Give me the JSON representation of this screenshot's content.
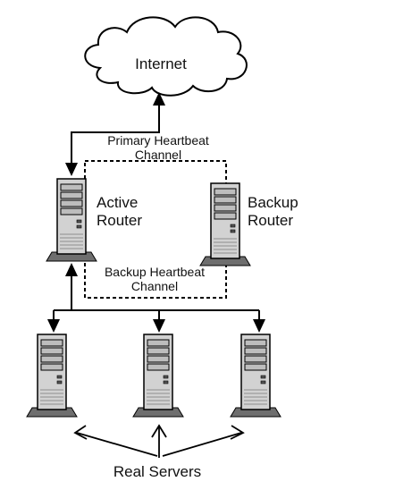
{
  "cloud": {
    "label": "Internet"
  },
  "primary_heartbeat": {
    "line1": "Primary Heartbeat",
    "line2": "Channel"
  },
  "backup_heartbeat": {
    "line1": "Backup Heartbeat",
    "line2": "Channel"
  },
  "active_router": {
    "line1": "Active",
    "line2": "Router"
  },
  "backup_router": {
    "line1": "Backup",
    "line2": "Router"
  },
  "real_servers": {
    "label": "Real Servers"
  },
  "colors": {
    "stroke": "#000000",
    "server_fill": "#d0d0d0",
    "server_shadow": "#6a6a6a",
    "background": "#ffffff"
  }
}
